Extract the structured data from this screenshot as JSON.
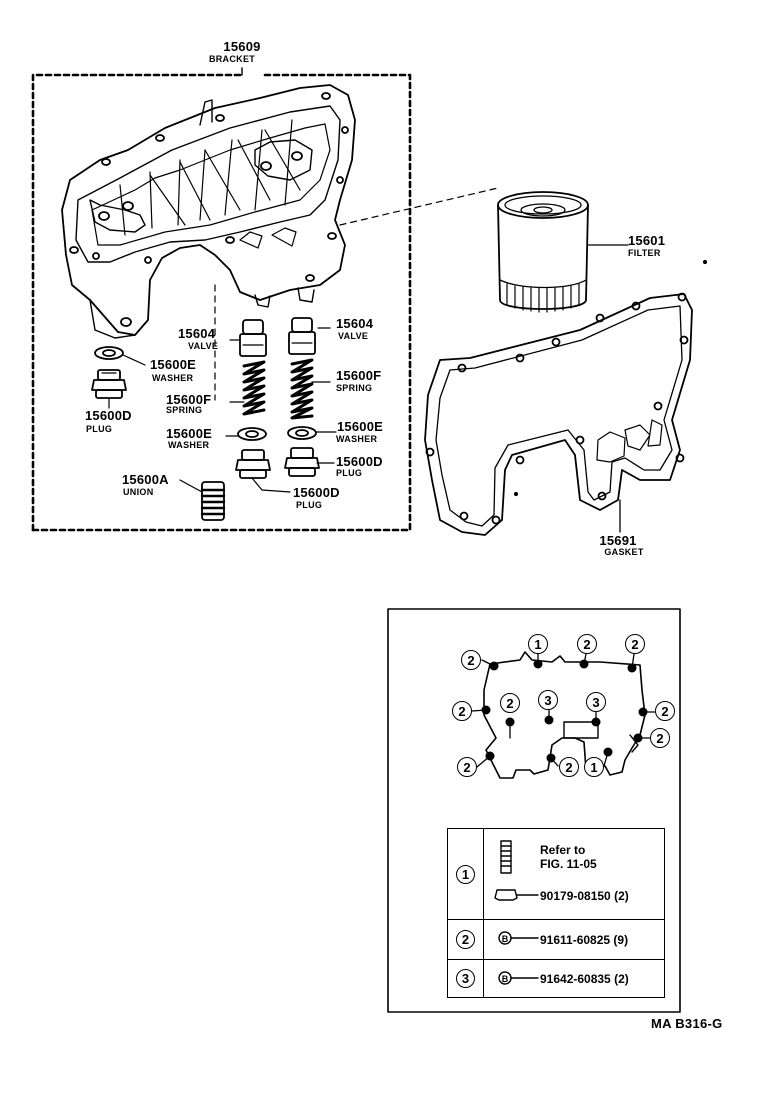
{
  "parts": {
    "bracket": {
      "number": "15609",
      "name": "BRACKET"
    },
    "filter": {
      "number": "15601",
      "name": "FILTER"
    },
    "valve_left": {
      "number": "15604",
      "name": "VALVE"
    },
    "valve_right": {
      "number": "15604",
      "name": "VALVE"
    },
    "washer_top": {
      "number": "15600E",
      "name": "WASHER"
    },
    "plug_left": {
      "number": "15600D",
      "name": "PLUG"
    },
    "spring_left": {
      "number": "15600F",
      "name": "SPRING"
    },
    "spring_right": {
      "number": "15600F",
      "name": "SPRING"
    },
    "washer_mid": {
      "number": "15600E",
      "name": "WASHER"
    },
    "washer_right": {
      "number": "15600E",
      "name": "WASHER"
    },
    "plug_right": {
      "number": "15600D",
      "name": "PLUG"
    },
    "union": {
      "number": "15600A",
      "name": "UNION"
    },
    "plug_bottom": {
      "number": "15600D",
      "name": "PLUG"
    },
    "gasket": {
      "number": "15691",
      "name": "GASKET"
    }
  },
  "inset": {
    "callouts": [
      "1",
      "2",
      "3"
    ],
    "table": [
      {
        "key": "1",
        "ref_text_1": "Refer to",
        "ref_text_2": "FIG. 11-05",
        "part": "90179-08150 (2)"
      },
      {
        "key": "2",
        "marker": "B",
        "part": "91611-60825 (9)"
      },
      {
        "key": "3",
        "marker": "B",
        "part": "91642-60835 (2)"
      }
    ]
  },
  "footer": "MA B316-G"
}
